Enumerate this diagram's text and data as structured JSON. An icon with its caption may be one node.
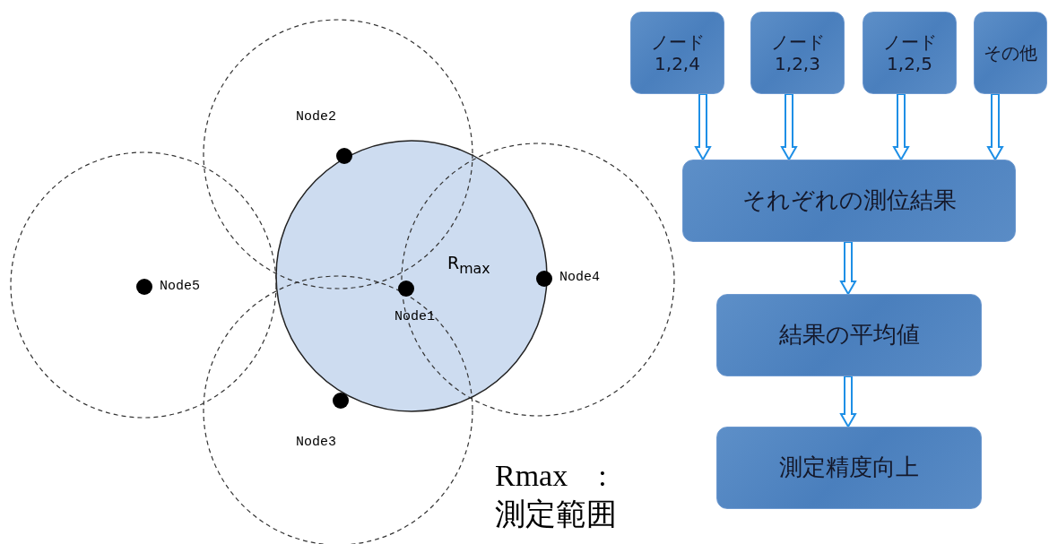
{
  "diagram": {
    "nodes": [
      {
        "text": [
          "ノード 1,2,4"
        ]
      },
      {
        "text": [
          "ノード 1,2,3"
        ]
      },
      {
        "text": [
          "ノード 1,2,5"
        ]
      },
      {
        "text": [
          "その他"
        ]
      },
      {
        "text": [
          "それぞれの測位結果"
        ]
      },
      {
        "text": [
          "結果の平均値"
        ]
      },
      {
        "text": [
          "測定精度向上"
        ]
      },
      {
        "text": [
          "R$_{max}$"
        ]
      }
    ],
    "edges": [
      {
        "from": 0,
        "to": 4,
        "arrow": "to"
      },
      {
        "from": 1,
        "to": 4,
        "arrow": "to"
      },
      {
        "from": 2,
        "to": 4,
        "arrow": "to"
      },
      {
        "from": 3,
        "to": 4,
        "arrow": "to"
      },
      {
        "from": 4,
        "to": 5,
        "arrow": "to"
      },
      {
        "from": 5,
        "to": 6,
        "arrow": "to"
      }
    ],
    "labels": [
      "Node2",
      "Node5",
      "Node1",
      "Node4",
      "Node3",
      "Rmax　: 測定範囲"
    ]
  }
}
